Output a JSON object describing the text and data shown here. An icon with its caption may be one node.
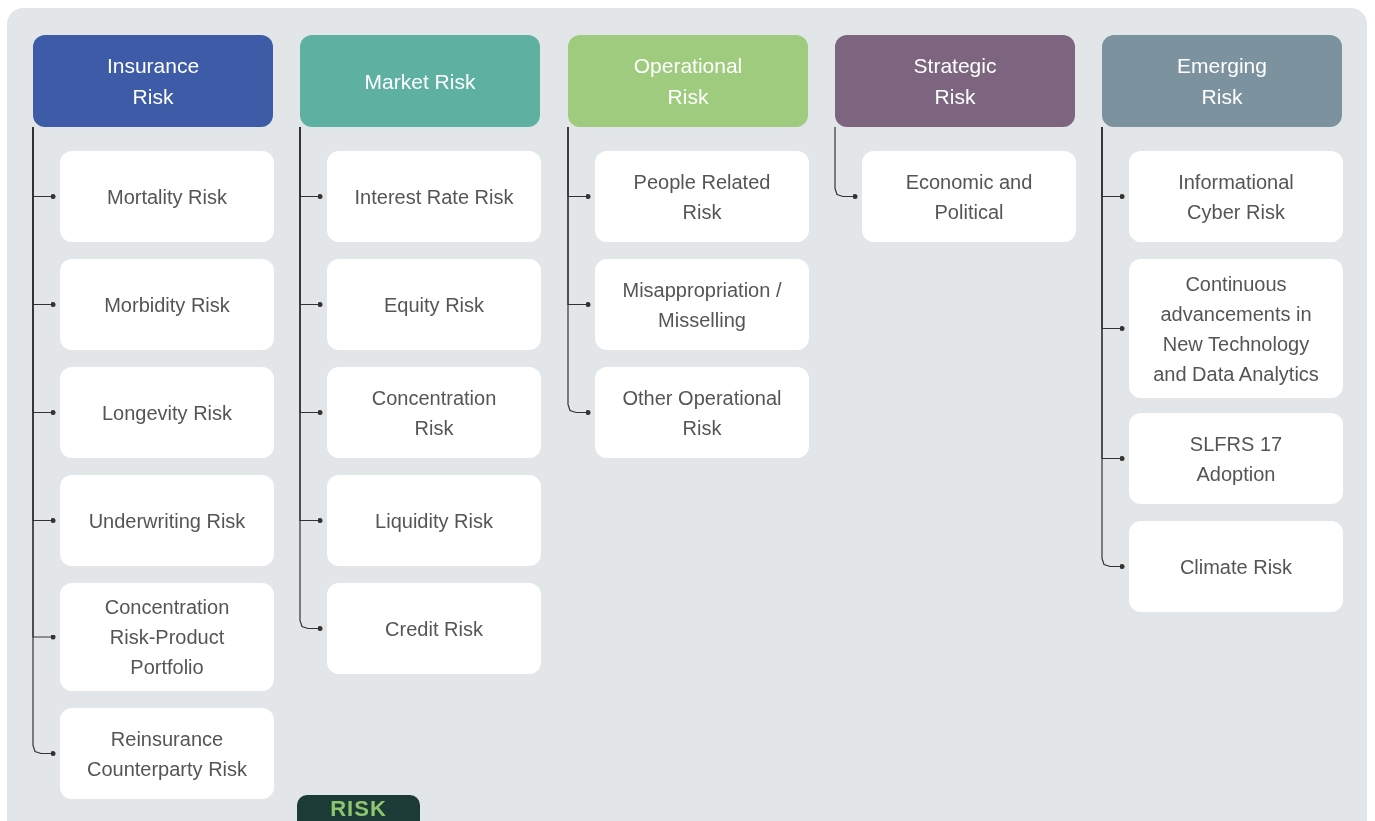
{
  "diagram": {
    "nodes": [
      {
        "text": [
          "Insurance Risk"
        ]
      },
      {
        "text": [
          "Market Risk"
        ]
      },
      {
        "text": [
          "Operational Risk"
        ]
      },
      {
        "text": [
          "Strategic Risk"
        ]
      },
      {
        "text": [
          "Emerging Risk"
        ]
      },
      {
        "text": [
          "Mortality Risk"
        ]
      },
      {
        "text": [
          "Morbidity Risk"
        ]
      },
      {
        "text": [
          "Longevity Risk"
        ]
      },
      {
        "text": [
          "Underwriting Risk"
        ]
      },
      {
        "text": [
          "Concentration Risk-Product Portfolio"
        ]
      },
      {
        "text": [
          "Reinsurance Counterparty Risk"
        ]
      },
      {
        "text": [
          "Interest Rate Risk"
        ]
      },
      {
        "text": [
          "Equity Risk"
        ]
      },
      {
        "text": [
          "Concentration Risk"
        ]
      },
      {
        "text": [
          "Liquidity Risk"
        ]
      },
      {
        "text": [
          "Credit Risk"
        ]
      },
      {
        "text": [
          "People Related Risk"
        ]
      },
      {
        "text": [
          "Misappropriation / Misselling"
        ]
      },
      {
        "text": [
          "Other Operational Risk"
        ]
      },
      {
        "text": [
          "Economic and Political"
        ]
      },
      {
        "text": [
          "Informational Cyber Risk"
        ]
      },
      {
        "text": [
          "Continuous advancements in New Technology and Data Analytics"
        ]
      },
      {
        "text": [
          "SLFRS 17 Adoption"
        ]
      },
      {
        "text": [
          "Climate Risk"
        ]
      }
    ],
    "edges": [
      {
        "from": 0,
        "to": 5,
        "arrow": "other"
      },
      {
        "from": 0,
        "to": 6,
        "arrow": "other"
      },
      {
        "from": 0,
        "to": 7,
        "arrow": "other"
      },
      {
        "from": 0,
        "to": 8,
        "arrow": "other"
      },
      {
        "from": 0,
        "to": 9,
        "arrow": "other"
      },
      {
        "from": 0,
        "to": 10,
        "arrow": "other"
      },
      {
        "from": 1,
        "to": 11,
        "arrow": "other"
      },
      {
        "from": 1,
        "to": 12,
        "arrow": "other"
      },
      {
        "from": 1,
        "to": 13,
        "arrow": "other"
      },
      {
        "from": 1,
        "to": 14,
        "arrow": "other"
      },
      {
        "from": 1,
        "to": 15,
        "arrow": "other"
      },
      {
        "from": 2,
        "to": 16,
        "arrow": "other"
      },
      {
        "from": 2,
        "to": 17,
        "arrow": "other"
      },
      {
        "from": 2,
        "to": 18,
        "arrow": "other"
      },
      {
        "from": 3,
        "to": 19,
        "arrow": "other"
      },
      {
        "from": 4,
        "to": 20,
        "arrow": "other"
      },
      {
        "from": 4,
        "to": 21,
        "arrow": "other"
      },
      {
        "from": 4,
        "to": 22,
        "arrow": "other"
      },
      {
        "from": 4,
        "to": 23,
        "arrow": "other"
      }
    ],
    "labels": [
      "RISK"
    ]
  }
}
